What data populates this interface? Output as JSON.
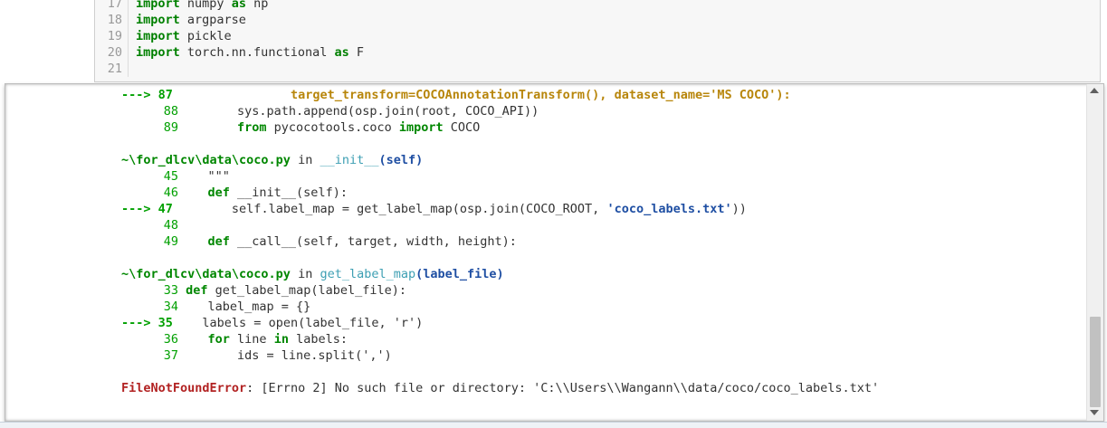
{
  "code_cell": {
    "lines": [
      {
        "num": "17",
        "kw1": "import",
        "rest1": " numpy ",
        "kw2": "as",
        "rest2": " np"
      },
      {
        "num": "18",
        "kw1": "import",
        "rest1": " argparse",
        "kw2": "",
        "rest2": ""
      },
      {
        "num": "19",
        "kw1": "import",
        "rest1": " pickle",
        "kw2": "",
        "rest2": ""
      },
      {
        "num": "20",
        "kw1": "import",
        "rest1": " torch.nn.functional ",
        "kw2": "as",
        "rest2": " F"
      },
      {
        "num": "21",
        "kw1": "",
        "rest1": "",
        "kw2": "",
        "rest2": ""
      }
    ]
  },
  "traceback": {
    "frame1": {
      "l87_arrow": "---> 87",
      "l87_text": "                target_transform=COCOAnnotationTransform(), dataset_name='MS COCO'):",
      "l88_num": "88",
      "l88_text": "        sys.path.append(osp.join(root, COCO_API))",
      "l89_num": "89",
      "l89_pre": "        ",
      "l89_kw1": "from",
      "l89_mid": " pycocotools.coco ",
      "l89_kw2": "import",
      "l89_post": " COCO"
    },
    "frame2": {
      "path": "~\\for_dlcv\\data\\coco.py",
      "in": " in ",
      "func": "__init__",
      "args": "(self)",
      "l45_num": "45",
      "l45_text": "    \"\"\"",
      "l46_num": "46",
      "l46_kw": "def",
      "l46_text": " __init__(self):",
      "l47_arrow": "---> 47",
      "l47_text": "        self.label_map = get_label_map(osp.join(COCO_ROOT, ",
      "l47_str": "'coco_labels.txt'",
      "l47_post": "))",
      "l48_num": "48",
      "l49_num": "49",
      "l49_kw": "def",
      "l49_text": " __call__(self, target, width, height):"
    },
    "frame3": {
      "path": "~\\for_dlcv\\data\\coco.py",
      "in": " in ",
      "func": "get_label_map",
      "args": "(label_file)",
      "l33_num": "33",
      "l33_kw": "def",
      "l33_text": " get_label_map(label_file):",
      "l34_num": "34",
      "l34_text": "    label_map = {}",
      "l35_arrow": "---> 35",
      "l35_text": "    labels = open(label_file, 'r')",
      "l36_num": "36",
      "l36_kw1": "for",
      "l36_mid": " line ",
      "l36_kw2": "in",
      "l36_post": " labels:",
      "l37_num": "37",
      "l37_text": "        ids = line.split(',')"
    },
    "error": {
      "name": "FileNotFoundError",
      "message": ": [Errno 2] No such file or directory: 'C:\\\\Users\\\\Wangann\\\\data/coco/coco_labels.txt'"
    }
  },
  "colors": {
    "code_bg": "#f7f7f7",
    "keyword": "#008000",
    "error_red": "#b22222",
    "func_blue": "#1f4fa3"
  },
  "icons": {
    "scroll_up": "triangle-up",
    "scroll_down": "triangle-down"
  }
}
